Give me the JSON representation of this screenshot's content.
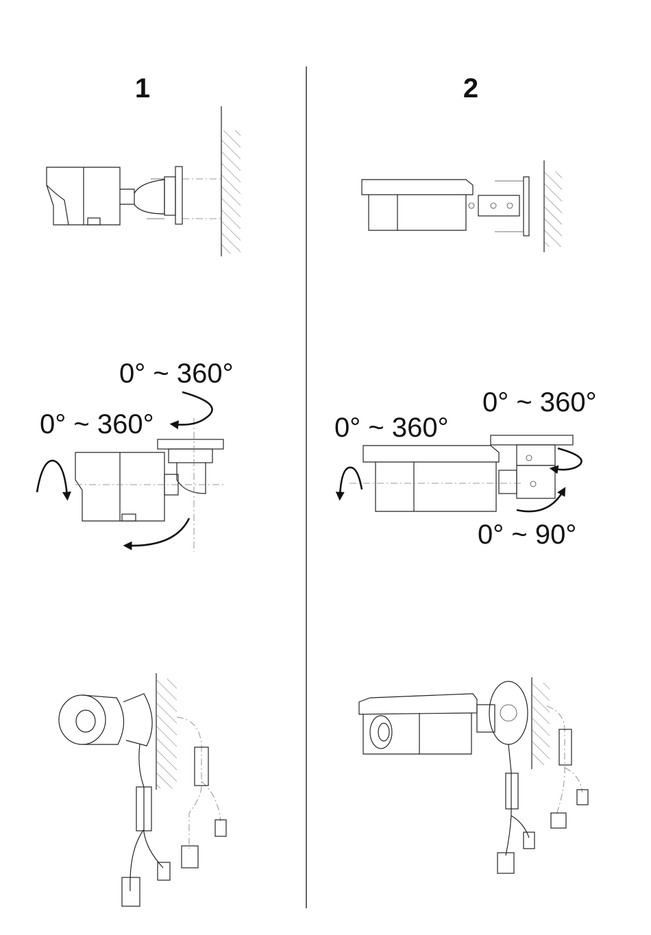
{
  "steps": [
    {
      "number": "1"
    },
    {
      "number": "2"
    }
  ],
  "rotation_labels": {
    "left_pan": "0° ~ 360°",
    "left_rotate": "0° ~ 360°",
    "right_rotate": "0° ~ 360°",
    "right_pan": "0° ~ 360°",
    "right_tilt": "0° ~ 90°"
  }
}
